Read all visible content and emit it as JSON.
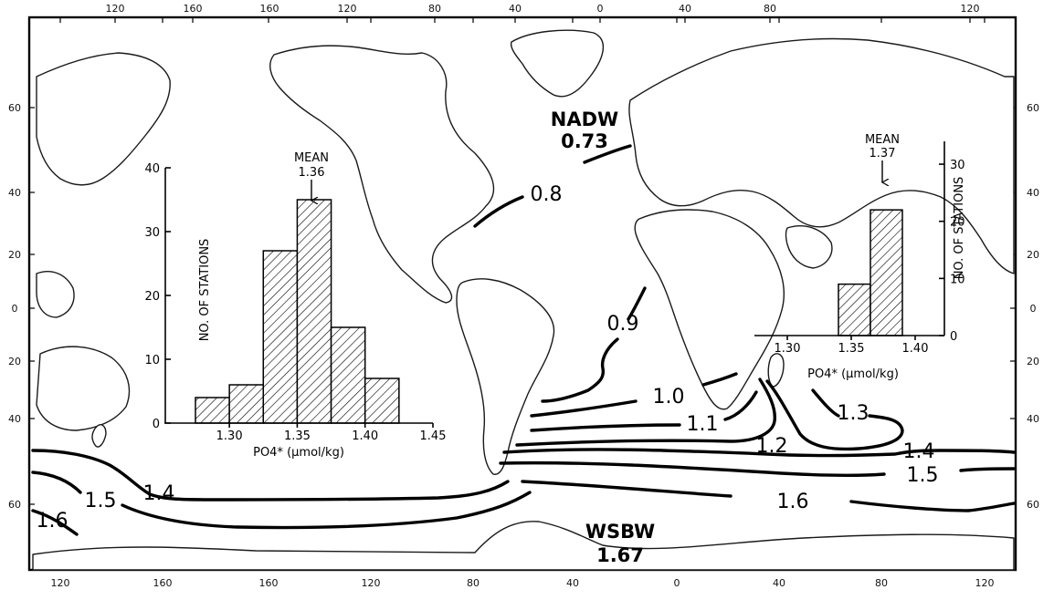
{
  "map": {
    "water_masses": [
      {
        "name": "NADW",
        "value": "0.73"
      },
      {
        "name": "WSBW",
        "value": "1.67"
      }
    ],
    "contour_labels": [
      "0.8",
      "0.9",
      "1.0",
      "1.1",
      "1.2",
      "1.3",
      "1.4",
      "1.5",
      "1.6",
      "1.4",
      "1.5",
      "1.6"
    ],
    "lon_ticks_top": [
      "120",
      "160",
      "160",
      "120",
      "80",
      "40",
      "0",
      "40",
      "80",
      "120"
    ],
    "lon_ticks_bottom": [
      "120",
      "160",
      "160",
      "120",
      "80",
      "40",
      "0",
      "40",
      "80",
      "120"
    ],
    "lat_ticks": [
      "60",
      "40",
      "20",
      "0",
      "20",
      "40",
      "60"
    ]
  },
  "chart_data": [
    {
      "type": "bar",
      "region": "pacific-inset",
      "annotation": {
        "label": "MEAN",
        "value": "1.36"
      },
      "xlabel": "PO4* (μmol/kg)",
      "ylabel": "NO. OF STATIONS",
      "bin_edges": [
        1.275,
        1.3,
        1.325,
        1.35,
        1.375,
        1.4,
        1.425,
        1.45
      ],
      "values": [
        4,
        6,
        27,
        35,
        15,
        7,
        0
      ],
      "x_tick_labels": [
        "1.30",
        "1.35",
        "1.40",
        "1.45"
      ],
      "y_tick_labels": [
        "0",
        "10",
        "20",
        "30",
        "40"
      ],
      "ylim": [
        0,
        40
      ]
    },
    {
      "type": "bar",
      "region": "atlantic-inset",
      "annotation": {
        "label": "MEAN",
        "value": "1.37"
      },
      "xlabel": "PO4* (μmol/kg)",
      "ylabel": "NO. OF STATIONS",
      "bin_edges": [
        1.34,
        1.365,
        1.39
      ],
      "values": [
        9,
        22
      ],
      "x_tick_labels": [
        "1.30",
        "1.35",
        "1.40"
      ],
      "y_tick_labels": [
        "0",
        "10",
        "20",
        "30"
      ],
      "ylim": [
        0,
        34
      ]
    }
  ]
}
